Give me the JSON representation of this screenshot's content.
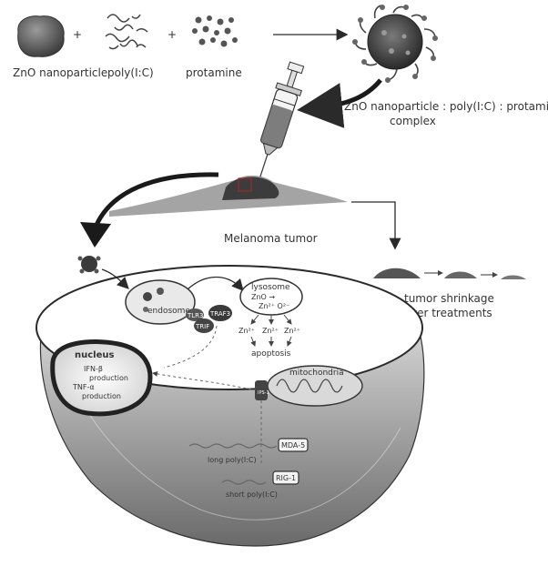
{
  "top_row": {
    "zno_label": "ZnO nanoparticle",
    "polyic_label": "poly(I:C)",
    "protamine_label": "protamine",
    "plus1": "+",
    "plus2": "+"
  },
  "complex": {
    "label_line1": "ZnO nanoparticle : poly(I:C) : protamine",
    "label_line2": "complex"
  },
  "tumor": {
    "label": "Melanoma tumor"
  },
  "shrinkage": {
    "label_line1": "tumor shrinkage",
    "label_line2": "after treatments"
  },
  "cell": {
    "endosome_label": "endosome",
    "tlr3_label": "TLR3",
    "trif_label": "TRIF",
    "traf3_label": "TRAF3",
    "lysosome_label": "lysosome",
    "reaction_line1": "ZnO →",
    "reaction_line2": "Zn²⁺ O²⁻",
    "zn1": "Zn²⁺",
    "zn2": "Zn²⁺",
    "zn3": "Zn²⁺",
    "apoptosis_label": "apoptosis",
    "nucleus_label": "nucleus",
    "ifn_line1": "IFN-β",
    "ifn_line2": "production",
    "tnf_line1": "TNF-α",
    "tnf_line2": "production",
    "mito_label": "mitochondria",
    "ips1_label": "IPS-1",
    "mda5_label": "MDA-5",
    "long_label": "long poly(I:C)",
    "rig1_label": "RIG-1",
    "short_label": "short poly(I:C)"
  },
  "colors": {
    "ink": "#2a2a2a",
    "shade": "#6f6f6f",
    "tumor": "#4a4a4a",
    "highlight": "#a0282a"
  }
}
